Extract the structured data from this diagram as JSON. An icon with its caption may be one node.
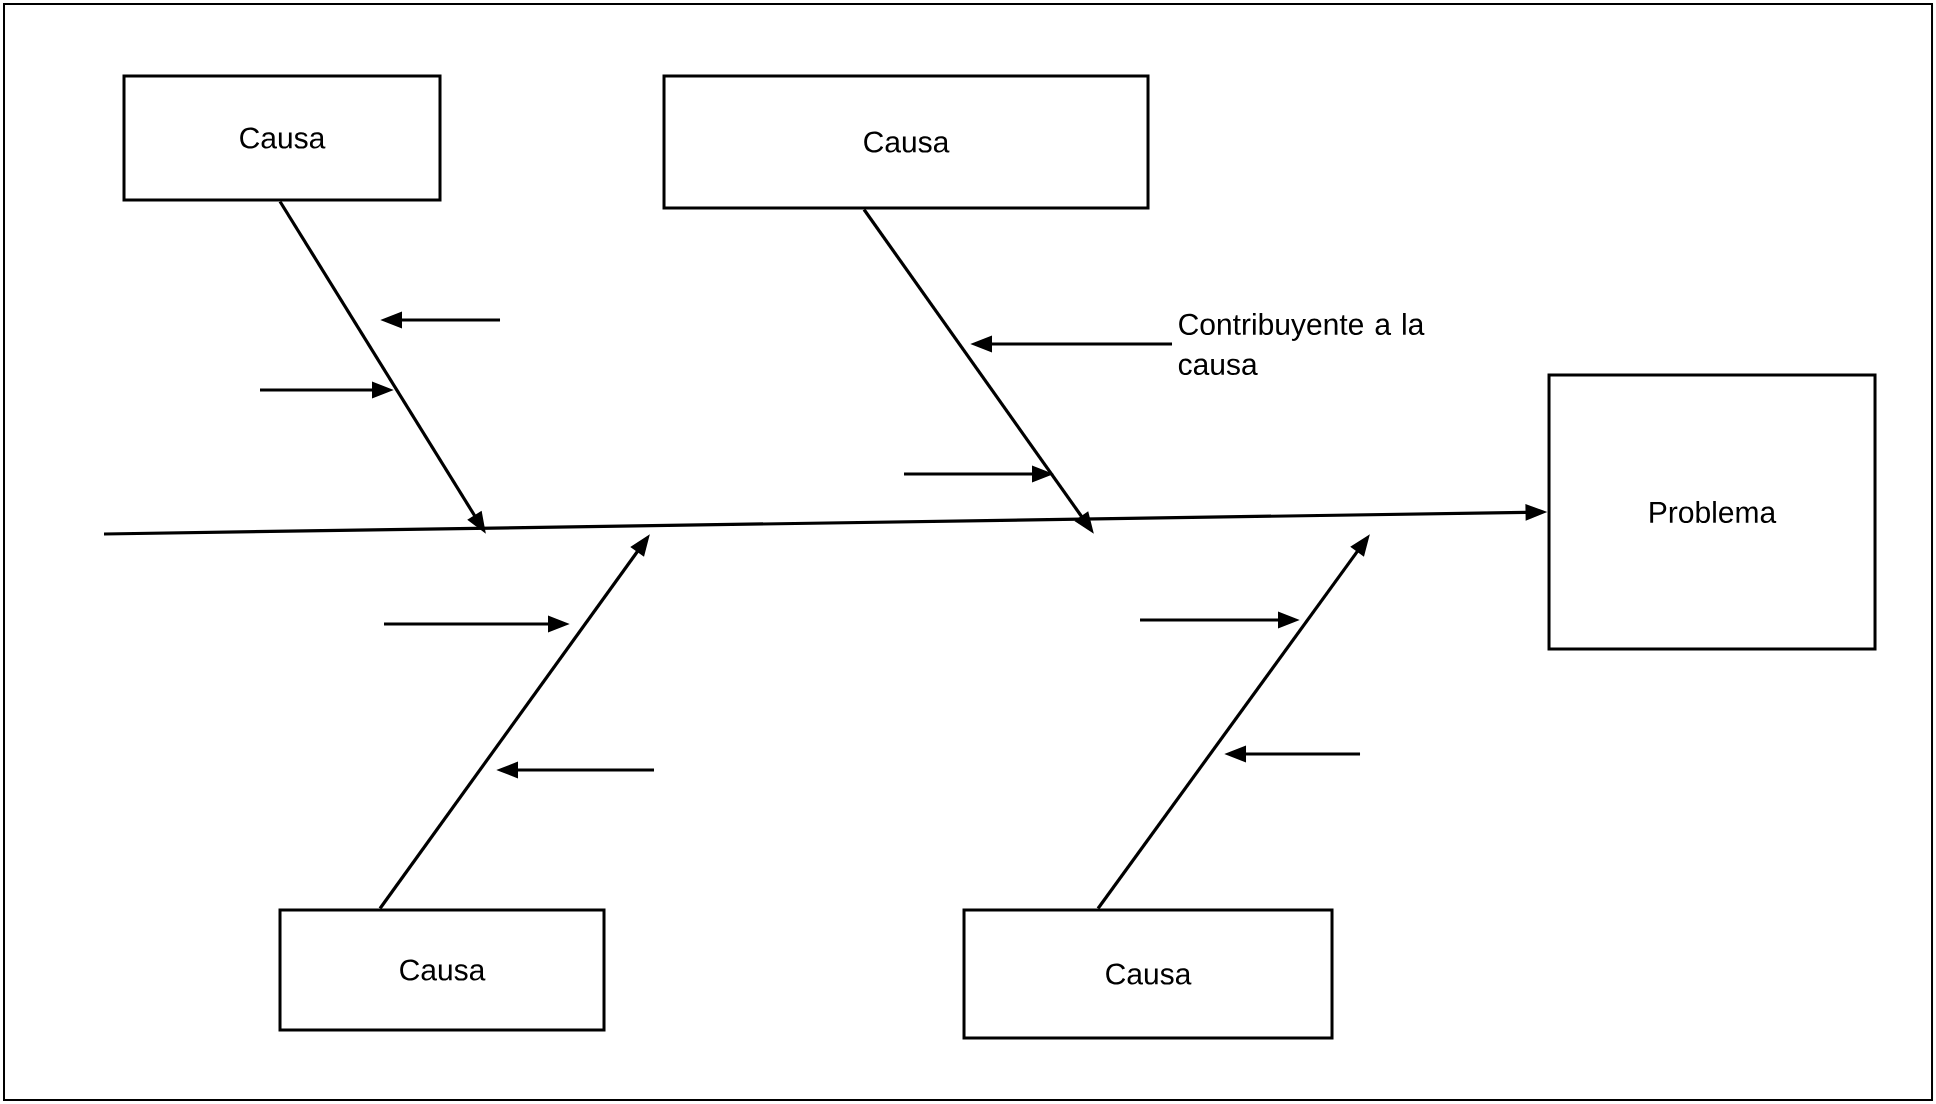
{
  "diagram": {
    "nodes": [
      {
        "text": [
          "Causa"
        ]
      },
      {
        "text": [
          "Causa"
        ]
      },
      {
        "text": [
          "Causa"
        ]
      },
      {
        "text": [
          "Causa"
        ]
      },
      {
        "text": [
          "Problema"
        ]
      },
      {
        "text": [
          "Contribuyente a la causa"
        ]
      }
    ],
    "edges": [
      {
        "from": 0,
        "to": null,
        "arrow": "to"
      },
      {
        "from": 1,
        "to": null,
        "arrow": "to"
      },
      {
        "from": 2,
        "to": null,
        "arrow": "to"
      },
      {
        "from": 3,
        "to": null,
        "arrow": "to"
      },
      {
        "from": null,
        "to": 4,
        "arrow": "to"
      },
      {
        "from": 5,
        "to": null,
        "arrow": "to"
      }
    ]
  }
}
